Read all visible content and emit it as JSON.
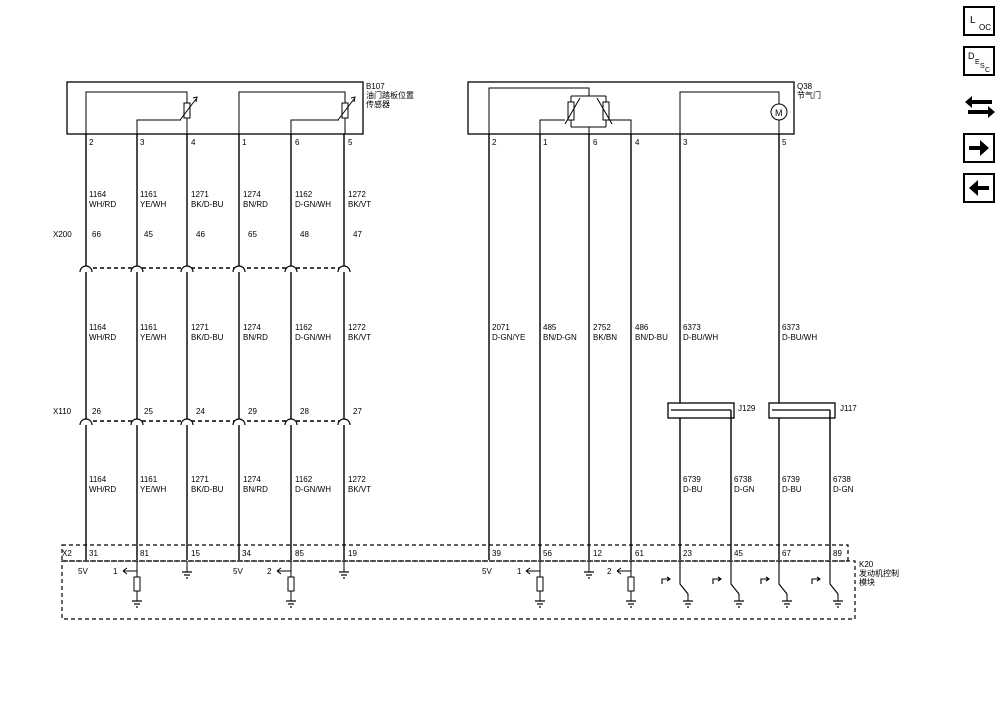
{
  "sidebar": {
    "loc_main": "L",
    "loc_sub": "OC",
    "desc_main": "D",
    "desc_sub1": "E",
    "desc_sub2": "S",
    "desc_sub3": "C"
  },
  "components": {
    "b107": {
      "id": "B107",
      "name_line1": "油门踏板位置",
      "name_line2": "传感器",
      "pins": [
        "2",
        "3",
        "4",
        "1",
        "6",
        "5"
      ]
    },
    "q38": {
      "id": "Q38",
      "name": "节气门",
      "pins": [
        "2",
        "1",
        "6",
        "4",
        "3",
        "5"
      ],
      "motor": "M"
    },
    "k20": {
      "id": "K20",
      "name_line1": "发动机控制",
      "name_line2": "模块",
      "connector": "X2",
      "pins": [
        "31",
        "81",
        "15",
        "34",
        "85",
        "19",
        "39",
        "56",
        "12",
        "61",
        "23",
        "45",
        "67",
        "89"
      ],
      "labels": [
        "5V",
        "1",
        "5V",
        "2",
        "5V",
        "1",
        "2"
      ]
    }
  },
  "connectors": {
    "x200": {
      "name": "X200",
      "pins": [
        "66",
        "45",
        "46",
        "65",
        "48",
        "47"
      ]
    },
    "x110": {
      "name": "X110",
      "pins": [
        "26",
        "25",
        "24",
        "29",
        "28",
        "27"
      ]
    }
  },
  "splices": {
    "j129": "J129",
    "j117": "J117"
  },
  "wires": {
    "left": [
      {
        "circuit": "1164",
        "color": "WH/RD"
      },
      {
        "circuit": "1161",
        "color": "YE/WH"
      },
      {
        "circuit": "1271",
        "color": "BK/D-BU"
      },
      {
        "circuit": "1274",
        "color": "BN/RD"
      },
      {
        "circuit": "1162",
        "color": "D-GN/WH"
      },
      {
        "circuit": "1272",
        "color": "BK/VT"
      }
    ],
    "right": [
      {
        "circuit": "2071",
        "color": "D-GN/YE"
      },
      {
        "circuit": "485",
        "color": "BN/D-GN"
      },
      {
        "circuit": "2752",
        "color": "BK/BN"
      },
      {
        "circuit": "486",
        "color": "BN/D-BU"
      },
      {
        "circuit": "6373",
        "color": "D-BU/WH"
      },
      {
        "circuit": "6373",
        "color": "D-BU/WH"
      }
    ],
    "splice_out": [
      {
        "circuit": "6739",
        "color": "D-BU"
      },
      {
        "circuit": "6738",
        "color": "D-GN"
      },
      {
        "circuit": "6739",
        "color": "D-BU"
      },
      {
        "circuit": "6738",
        "color": "D-GN"
      }
    ]
  }
}
